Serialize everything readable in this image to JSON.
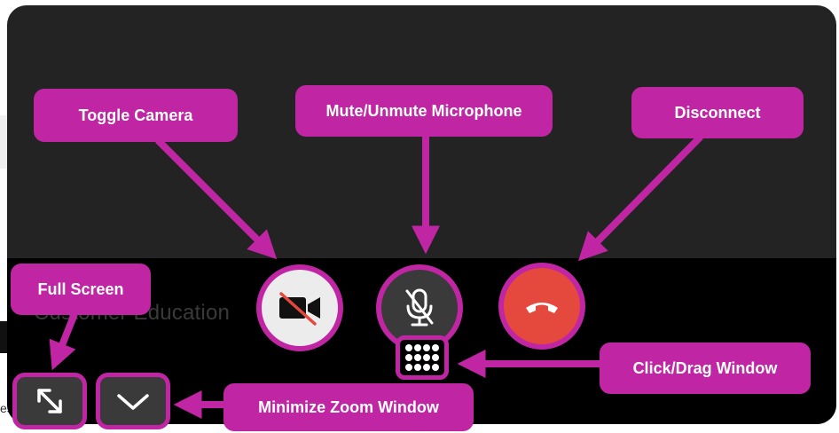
{
  "background": {
    "ghost_text": "Customer Education",
    "left_text": "es"
  },
  "controls": {
    "camera": {
      "icon": "video-camera-off-icon",
      "state": "off"
    },
    "microphone": {
      "icon": "microphone-muted-icon",
      "state": "muted"
    },
    "disconnect": {
      "icon": "phone-hangup-icon"
    },
    "drag_handle": {
      "icon": "grid-dots-icon"
    },
    "fullscreen": {
      "icon": "expand-arrows-icon"
    },
    "minimize": {
      "icon": "chevron-down-icon"
    }
  },
  "callouts": {
    "toggle_camera": "Toggle Camera",
    "mute_microphone": "Mute/Unmute Microphone",
    "disconnect": "Disconnect",
    "full_screen": "Full Screen",
    "click_drag_window": "Click/Drag Window",
    "minimize_window": "Minimize Zoom Window"
  },
  "colors": {
    "callout": "#c026a3",
    "window": "#232323",
    "control_bar": "#000000",
    "end_call": "#e5483c",
    "button_dark": "#3a3a3a",
    "button_light": "#ececec"
  }
}
